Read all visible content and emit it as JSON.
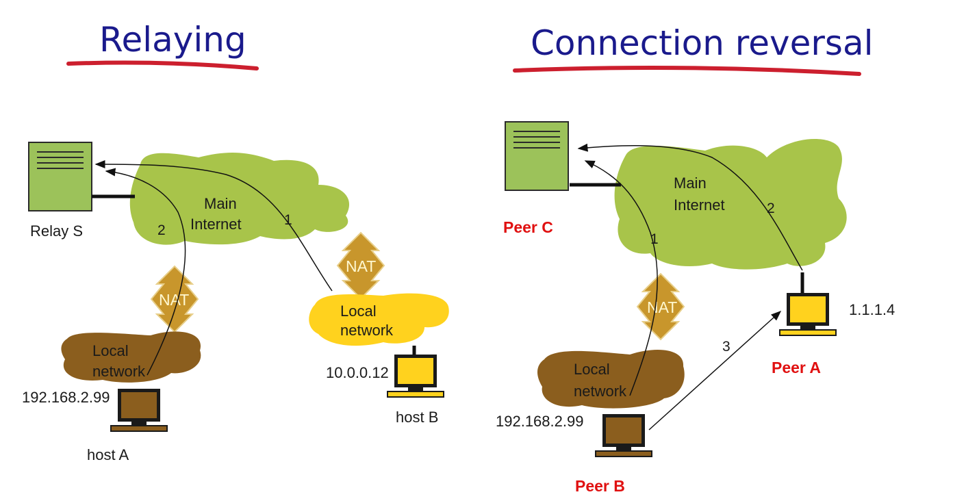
{
  "left": {
    "title": "Relaying",
    "cloud_label_line1": "Main",
    "cloud_label_line2": "Internet",
    "server_label": "Relay S",
    "nat_a_label": "NAT",
    "nat_b_label": "NAT",
    "local_a_line1": "Local",
    "local_a_line2": "network",
    "local_b_line1": "Local",
    "local_b_line2": "network",
    "ip_a": "192.168.2.99",
    "ip_b": "10.0.0.12",
    "host_a": "host A",
    "host_b": "host B",
    "arrow_1": "1",
    "arrow_2": "2"
  },
  "right": {
    "title": "Connection reversal",
    "cloud_label_line1": "Main",
    "cloud_label_line2": "Internet",
    "server_label": "Peer C",
    "nat_label": "NAT",
    "local_line1": "Local",
    "local_line2": "network",
    "ip_b": "192.168.2.99",
    "ip_a": "1.1.1.4",
    "peer_a": "Peer A",
    "peer_b": "Peer B",
    "arrow_1": "1",
    "arrow_2": "2",
    "arrow_3": "3"
  },
  "colors": {
    "title": "#1a1a8c",
    "underline": "#cc1f2e",
    "internet": "#a8c44a",
    "nat": "#c8962c",
    "local_brown": "#8b5e1e",
    "local_yellow": "#ffd21e",
    "server": "#9cc25a",
    "peer_label": "#e01010"
  }
}
